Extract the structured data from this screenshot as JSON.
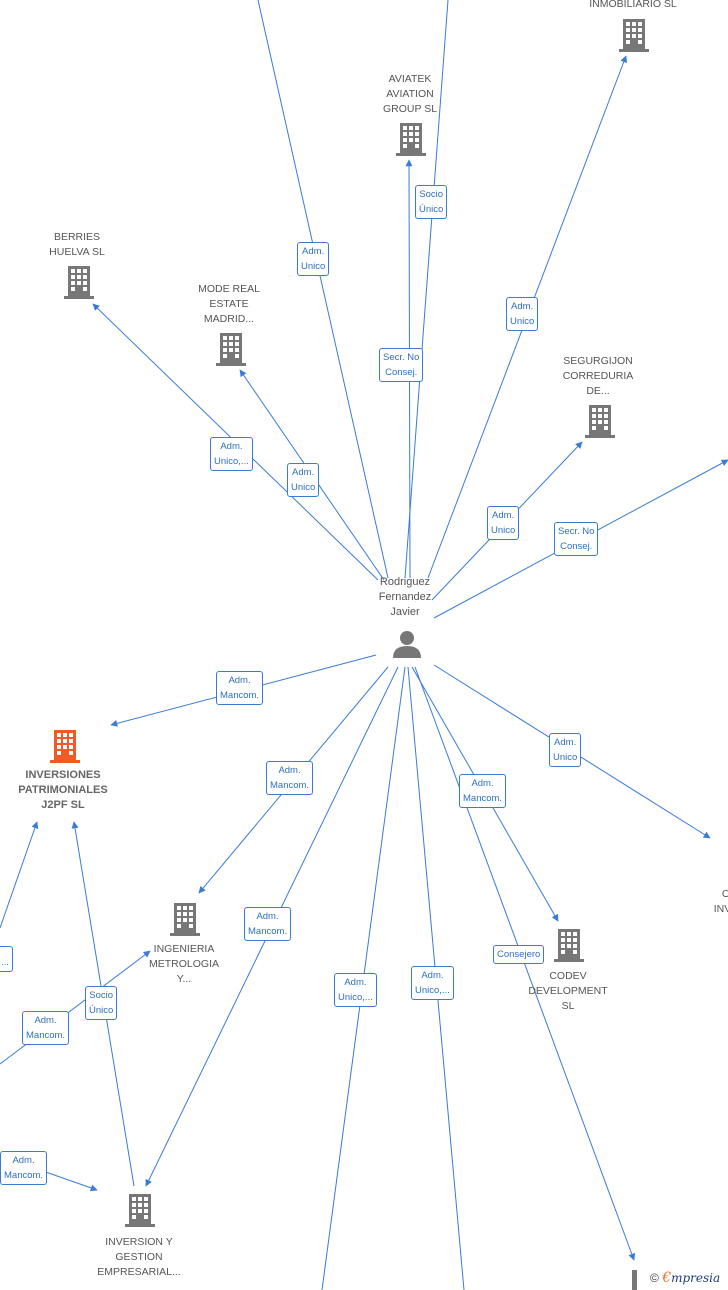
{
  "person": {
    "name_lines": [
      "Rodriguez",
      "Fernandez",
      "Javier"
    ],
    "icon": "person-icon"
  },
  "companies": [
    {
      "id": "inmobiliario",
      "lines": [
        "INMOBILIARIO SL"
      ],
      "highlight": false
    },
    {
      "id": "aviatek",
      "lines": [
        "AVIATEK",
        "AVIATION",
        "GROUP  SL"
      ],
      "highlight": false
    },
    {
      "id": "berries",
      "lines": [
        "BERRIES",
        "HUELVA  SL"
      ],
      "highlight": false
    },
    {
      "id": "mode",
      "lines": [
        "MODE REAL",
        "ESTATE",
        "MADRID..."
      ],
      "highlight": false
    },
    {
      "id": "segurgijon",
      "lines": [
        "SEGURGIJON",
        "CORREDURIA",
        "DE..."
      ],
      "highlight": false
    },
    {
      "id": "j2pf",
      "lines": [
        "INVERSIONES",
        "PATRIMONIALES",
        "J2PF  SL"
      ],
      "highlight": true
    },
    {
      "id": "ingenieria",
      "lines": [
        "INGENIERIA",
        "METROLOGIA",
        "Y..."
      ],
      "highlight": false
    },
    {
      "id": "codev",
      "lines": [
        "CODEV",
        "DEVELOPMENT",
        "SL"
      ],
      "highlight": false
    },
    {
      "id": "inversion",
      "lines": [
        "INVERSION Y",
        "GESTION",
        "EMPRESARIAL..."
      ],
      "highlight": false
    },
    {
      "id": "right_partial",
      "lines": [
        "O",
        "INVE"
      ],
      "highlight": false
    }
  ],
  "edge_labels": [
    {
      "id": "l1",
      "lines": [
        "Adm.",
        "Unico"
      ]
    },
    {
      "id": "l2",
      "lines": [
        "Socio",
        "Único"
      ]
    },
    {
      "id": "l3",
      "lines": [
        "Adm.",
        "Unico"
      ]
    },
    {
      "id": "l4",
      "lines": [
        "Secr.  No",
        "Consej."
      ]
    },
    {
      "id": "l5",
      "lines": [
        "Adm.",
        "Unico,..."
      ]
    },
    {
      "id": "l6",
      "lines": [
        "Adm.",
        "Unico"
      ]
    },
    {
      "id": "l7",
      "lines": [
        "Adm.",
        "Unico"
      ]
    },
    {
      "id": "l8",
      "lines": [
        "Secr.  No",
        "Consej."
      ]
    },
    {
      "id": "l9",
      "lines": [
        "Adm.",
        "Mancom."
      ]
    },
    {
      "id": "l10",
      "lines": [
        "Adm.",
        "Unico"
      ]
    },
    {
      "id": "l11",
      "lines": [
        "Adm.",
        "Mancom."
      ]
    },
    {
      "id": "l12",
      "lines": [
        "Adm.",
        "Mancom."
      ]
    },
    {
      "id": "l13",
      "lines": [
        "Adm.",
        "Mancom."
      ]
    },
    {
      "id": "l14",
      "lines": [
        "Consejero"
      ]
    },
    {
      "id": "l15",
      "lines": [
        "Adm.",
        "Unico,..."
      ]
    },
    {
      "id": "l16",
      "lines": [
        "Adm.",
        "Unico,..."
      ]
    },
    {
      "id": "l17",
      "lines": [
        "Socio",
        "Único"
      ]
    },
    {
      "id": "l18",
      "lines": [
        "Adm.",
        "Mancom."
      ]
    },
    {
      "id": "l19",
      "lines": [
        "Adm.",
        "Mancom."
      ]
    },
    {
      "id": "l20",
      "lines": [
        "..."
      ]
    }
  ],
  "footer": {
    "copyright": "©",
    "brand_first": "€",
    "brand_rest": "mpresia"
  },
  "colors": {
    "edge": "#3a7bd5",
    "building": "#777777",
    "building_highlight": "#f15a24",
    "person": "#777777"
  }
}
